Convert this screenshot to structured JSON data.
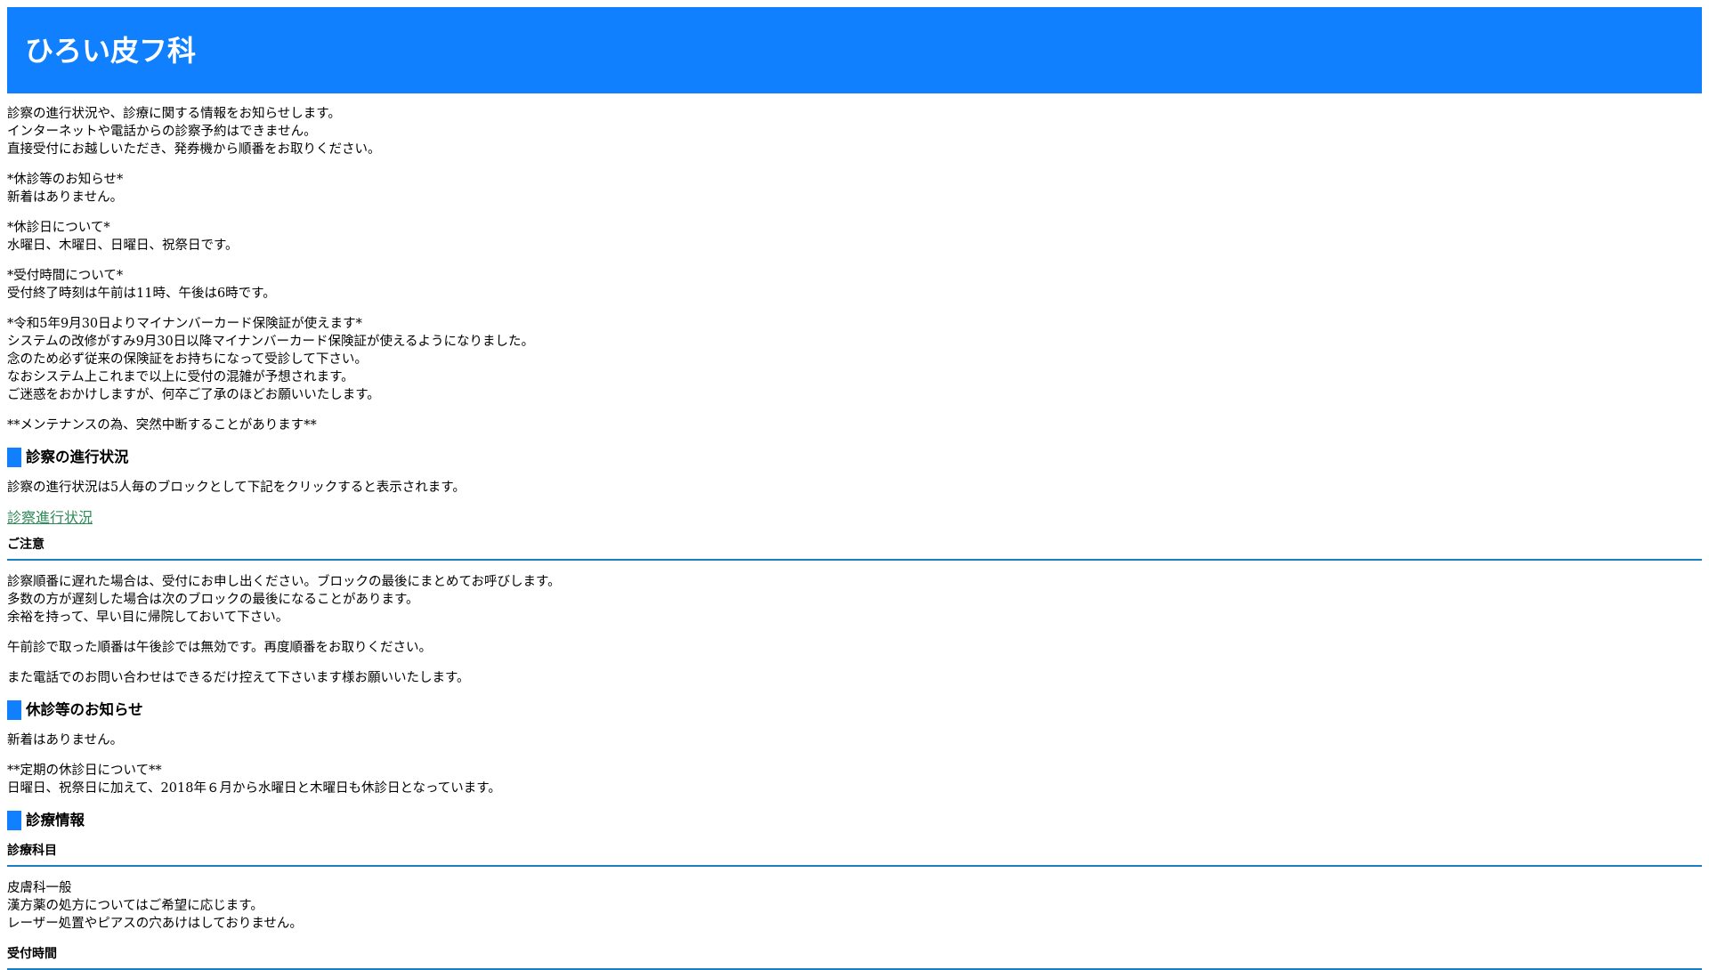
{
  "header": {
    "title": "ひろい皮フ科"
  },
  "intro": {
    "lines": [
      "診察の進行状況や、診療に関する情報をお知らせします。",
      "インターネットや電話からの診察予約はできません。",
      "直接受付にお越しいただき、発券機から順番をお取りください。"
    ]
  },
  "notices": [
    {
      "title": "*休診等のお知らせ*",
      "lines": [
        "新着はありません。"
      ]
    },
    {
      "title": "*休診日について*",
      "lines": [
        "水曜日、木曜日、日曜日、祝祭日です。"
      ]
    },
    {
      "title": "*受付時間について*",
      "lines": [
        "受付終了時刻は午前は11時、午後は6時です。"
      ]
    },
    {
      "title": "*令和5年9月30日よりマイナンバーカード保険証が使えます*",
      "lines": [
        "システムの改修がすみ9月30日以降マイナンバーカード保険証が使えるようになりました。",
        "念のため必ず従来の保険証をお持ちになって受診して下さい。",
        "なおシステム上これまで以上に受付の混雑が予想されます。",
        "ご迷惑をおかけしますが、何卒ご了承のほどお願いいたします。"
      ]
    },
    {
      "title": "**メンテナンスの為、突然中断することがあります**",
      "lines": []
    }
  ],
  "progress": {
    "heading": "診察の進行状況",
    "description": "診察の進行状況は5人毎のブロックとして下記をクリックすると表示されます。",
    "link_label": "診察進行状況",
    "caution_heading": "ご注意",
    "caution_paragraphs": [
      [
        "診察順番に遅れた場合は、受付にお申し出ください。ブロックの最後にまとめてお呼びします。",
        "多数の方が遅刻した場合は次のブロックの最後になることがあります。",
        "余裕を持って、早い目に帰院しておいて下さい。"
      ],
      [
        "午前診で取った順番は午後診では無効です。再度順番をお取りください。"
      ],
      [
        "また電話でのお問い合わせはできるだけ控えて下さいます様お願いいたします。"
      ]
    ]
  },
  "closures": {
    "heading": "休診等のお知らせ",
    "news": "新着はありません。",
    "regular_title": "**定期の休診日について**",
    "regular_text": "日曜日、祝祭日に加えて、2018年６月から水曜日と木曜日も休診日となっています。"
  },
  "info": {
    "heading": "診療情報",
    "subjects_heading": "診療科目",
    "subjects_lines": [
      "皮膚科一般",
      "漢方薬の処方についてはご希望に応じます。",
      "レーザー処置やピアスの穴あけはしておりません。"
    ],
    "hours_heading": "受付時間"
  },
  "colors": {
    "accent": "#1080ff",
    "rule": "#1a7fc0",
    "link": "#2e8b57"
  }
}
